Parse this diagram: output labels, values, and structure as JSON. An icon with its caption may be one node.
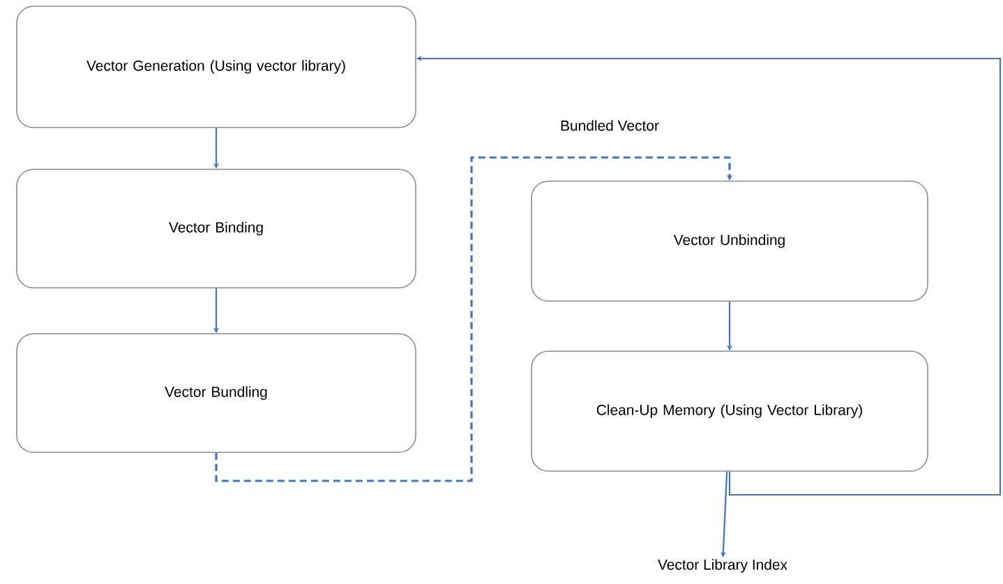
{
  "diagram": {
    "nodes": [
      {
        "text": [
          "Vector Generation (Using vector library)"
        ]
      },
      {
        "text": [
          "Vector Binding"
        ]
      },
      {
        "text": [
          "Vector Bundling"
        ]
      },
      {
        "text": [
          "Vector Unbinding"
        ]
      },
      {
        "text": [
          "Clean-Up Memory (Using Vector Library)"
        ]
      },
      {
        "text": [
          "Vector Library Index"
        ]
      }
    ],
    "edges": [
      {
        "from": 0,
        "to": 1,
        "arrow": "to"
      },
      {
        "from": 1,
        "to": 2,
        "arrow": "to"
      },
      {
        "from": 2,
        "to": 3,
        "arrow": "to",
        "style": "dashed",
        "label": "Bundled Vector"
      },
      {
        "from": 3,
        "to": 4,
        "arrow": "to"
      },
      {
        "from": 4,
        "to": 5,
        "arrow": "to"
      },
      {
        "from": 4,
        "to": 0,
        "arrow": "to"
      }
    ]
  }
}
